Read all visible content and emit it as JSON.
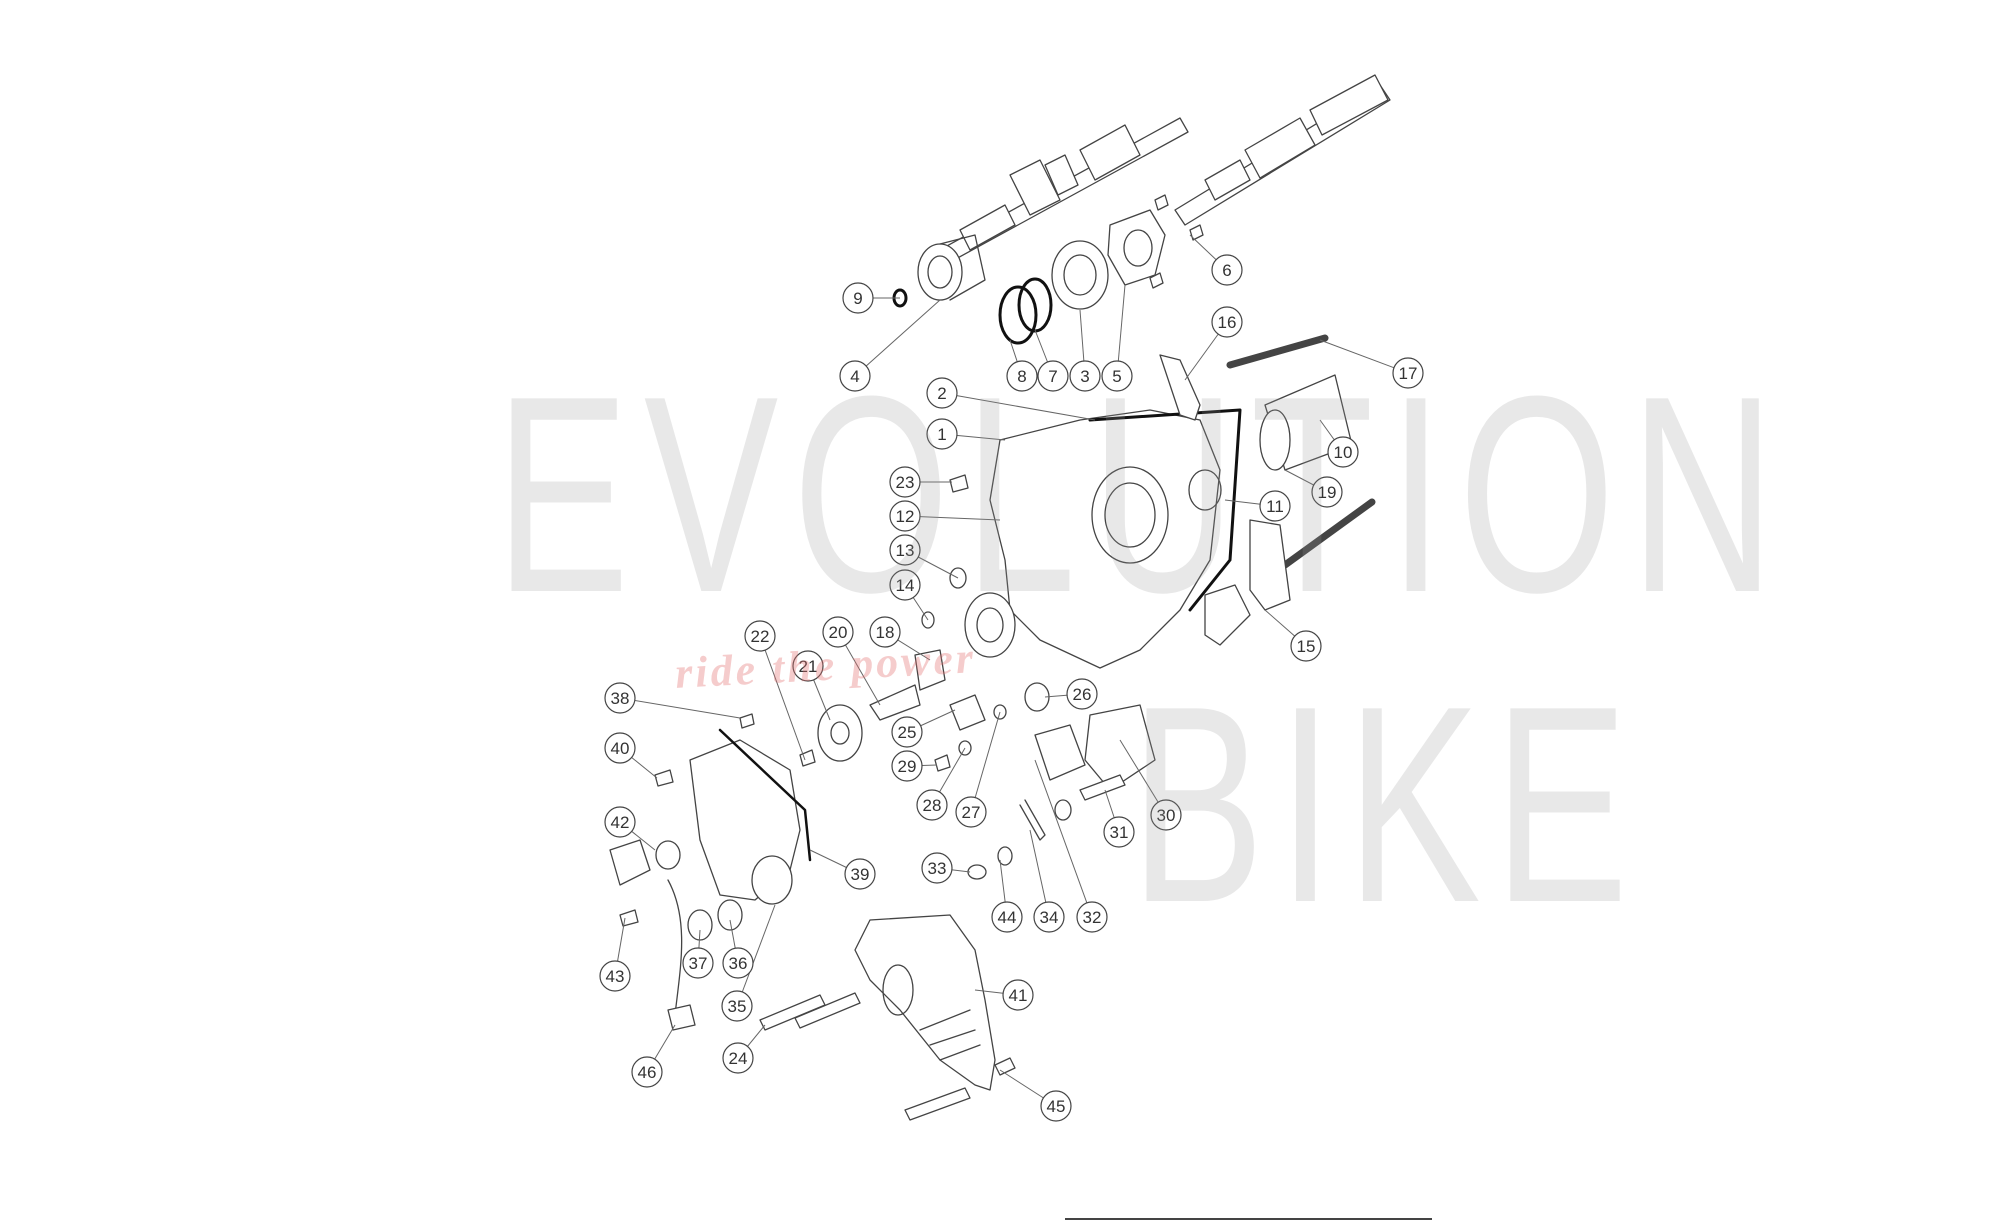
{
  "watermark": {
    "brand_line1": "EVOLUTION",
    "brand_line2": "BIKE",
    "tagline": "ride the power"
  },
  "callouts": [
    "1",
    "2",
    "3",
    "4",
    "5",
    "6",
    "7",
    "8",
    "9",
    "10",
    "11",
    "12",
    "13",
    "14",
    "15",
    "16",
    "17",
    "18",
    "19",
    "20",
    "21",
    "22",
    "23",
    "24",
    "25",
    "26",
    "27",
    "28",
    "29",
    "30",
    "31",
    "32",
    "33",
    "34",
    "35",
    "36",
    "37",
    "38",
    "39",
    "40",
    "41",
    "42",
    "43",
    "44",
    "45",
    "46"
  ],
  "colors": {
    "line": "#333333",
    "watermark": "#969696",
    "tagline": "#e16e6e"
  }
}
